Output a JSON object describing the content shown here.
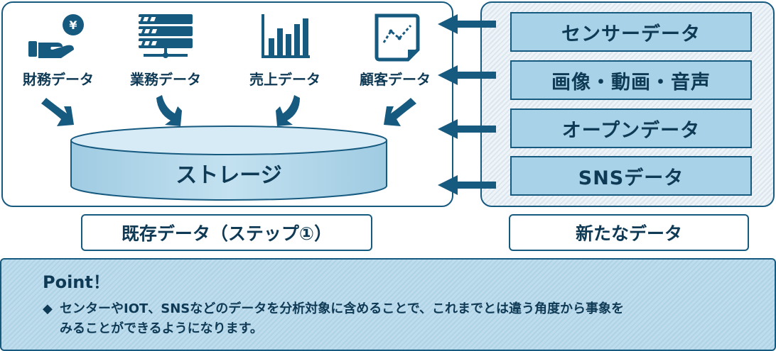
{
  "existing_data": {
    "categories": [
      {
        "label": "財務データ",
        "icon": "yen-coin-hand-icon"
      },
      {
        "label": "業務データ",
        "icon": "server-network-icon"
      },
      {
        "label": "売上データ",
        "icon": "bar-chart-icon"
      },
      {
        "label": "顧客データ",
        "icon": "line-chart-document-icon"
      }
    ],
    "storage_label": "ストレージ",
    "caption": "既存データ（ステップ①）"
  },
  "new_data": {
    "sources": [
      "センサーデータ",
      "画像・動画・音声",
      "オープンデータ",
      "SNSデータ"
    ],
    "caption": "新たなデータ"
  },
  "point": {
    "title": "Point！",
    "bullet": "◆",
    "text_line1": "センターやIOT、SNSなどのデータを分析対象に含めることで、これまでとは違う角度から事象を",
    "text_line2": "みることができるようになります。"
  },
  "colors": {
    "border": "#175a80",
    "source_fill": "#a8d2e8",
    "cylinder_fill": "#b6d9ec",
    "text": "#0f3a55"
  }
}
